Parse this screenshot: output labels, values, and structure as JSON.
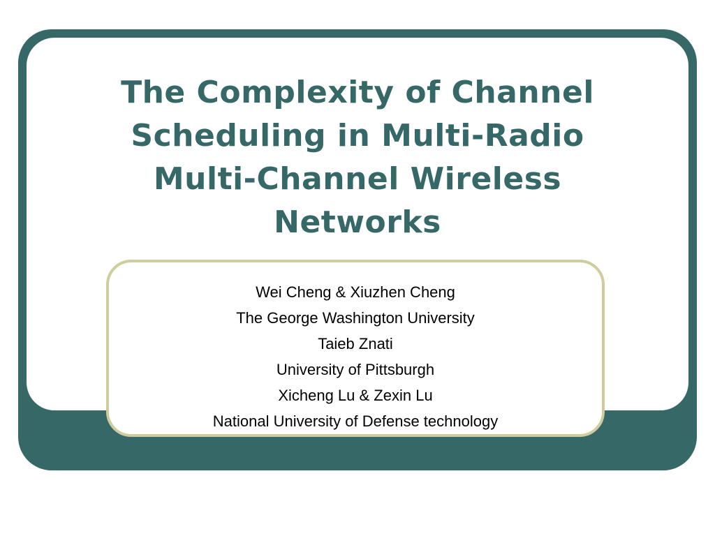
{
  "slide": {
    "title_lines": [
      "The Complexity of Channel",
      "Scheduling in Multi-Radio",
      "Multi-Channel Wireless",
      "Networks"
    ],
    "subtitle_lines": [
      "Wei Cheng & Xiuzhen Cheng",
      "The George Washington University",
      "Taieb Znati",
      "University of Pittsburgh",
      "Xicheng Lu & Zexin Lu",
      "National University of Defense technology"
    ]
  },
  "colors": {
    "frame": "#356867",
    "title": "#356867",
    "subtitle_border": "#cfcd9d",
    "background": "#ffffff",
    "text": "#000000"
  }
}
